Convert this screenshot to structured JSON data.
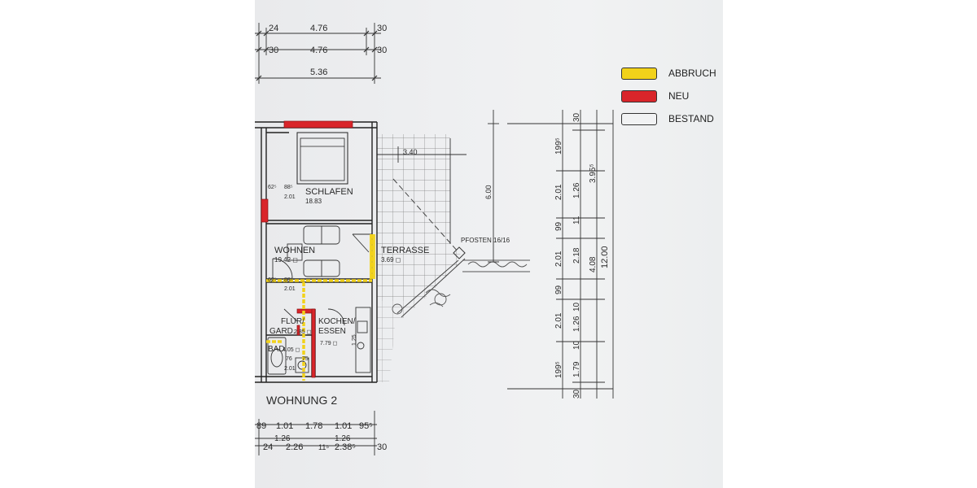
{
  "legend": {
    "items": [
      {
        "label": "ABBRUCH",
        "color": "#f2d21a"
      },
      {
        "label": "NEU",
        "color": "#d9252a"
      },
      {
        "label": "BESTAND",
        "color": "#f1f2f3"
      }
    ]
  },
  "rooms": {
    "schlafen": {
      "name": "SCHLAFEN",
      "area": "18.83"
    },
    "wohnen": {
      "name": "WOHNEN",
      "area": "19.42 ◻"
    },
    "terrasse": {
      "name": "TERRASSE",
      "area": "3.69 ◻"
    },
    "flur": {
      "name1": "FLUR/",
      "name2": "GARD.",
      "area": "2.85 ◻"
    },
    "kochen": {
      "name1": "KOCHEN/",
      "name2": "ESSEN",
      "area": "7.79 ◻"
    },
    "bad": {
      "name": "BAD",
      "area": "4.05 ◻"
    },
    "title": "WOHNUNG 2"
  },
  "annotations": {
    "posten": "PFOSTEN 16/16",
    "width_340": "3.40",
    "depth_600": "6.00"
  },
  "top_dims": {
    "row1": [
      "24",
      "4.76",
      "30"
    ],
    "row2": [
      "30",
      "4.76",
      "30"
    ],
    "row3": [
      "5.36"
    ]
  },
  "bottom_dims": {
    "row1": [
      "89",
      "1.01",
      "1.78",
      "1.01",
      "95⁵"
    ],
    "row2": [
      "1.26",
      "1.26"
    ],
    "row3": [
      "24",
      "2.26",
      "11⁵",
      "2.38⁵",
      "30"
    ]
  },
  "left_small": {
    "a": "62⁵",
    "b": "88⁵",
    "c": "2.01",
    "d": "62⁵",
    "e": "88⁵",
    "f": "2.01",
    "g": "76",
    "h": "75",
    "i": "2.01",
    "j": "1.25"
  },
  "right_dims": {
    "col1": [
      "199⁵",
      "2.01",
      "99",
      "2.01",
      "99",
      "2.01",
      "199⁵"
    ],
    "col2": [
      "30",
      "1.26",
      "11",
      "2.18",
      "10",
      "1.26",
      "10",
      "1.79",
      "30"
    ],
    "col3": [
      "3.95⁵",
      "4.08"
    ],
    "total": "12.00"
  }
}
